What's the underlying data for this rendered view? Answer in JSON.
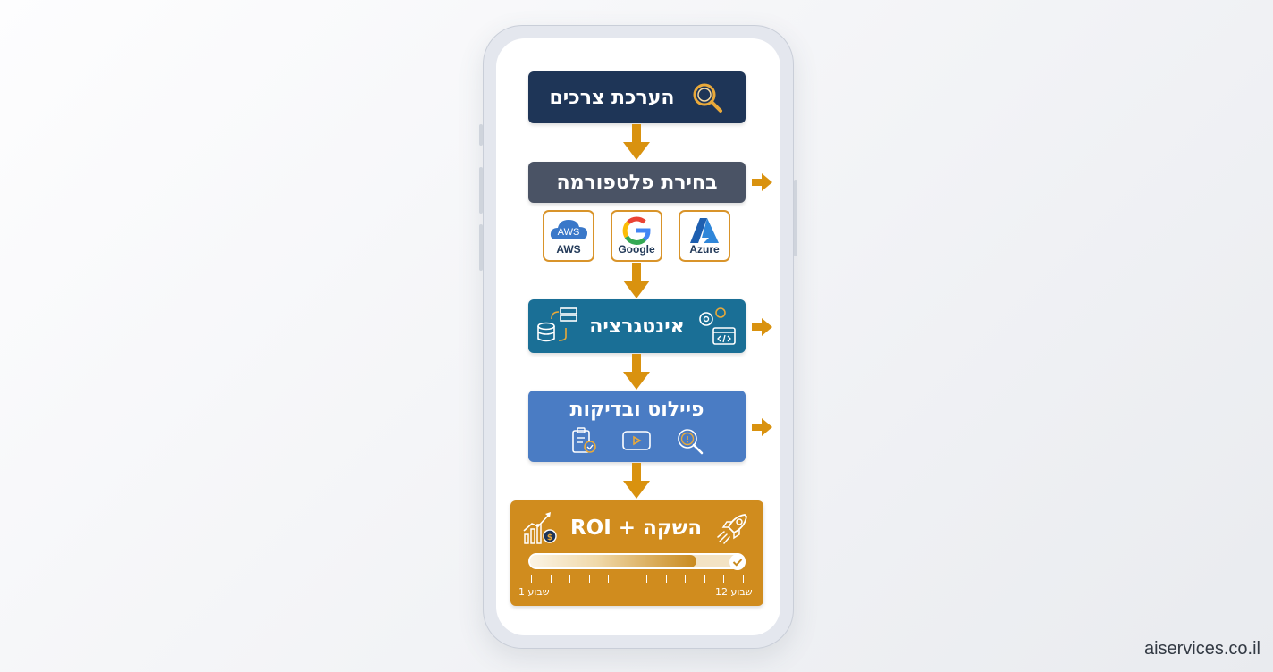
{
  "steps": {
    "needs_assessment": "הערכת צרכים",
    "platform_selection": "בחירת פלטפורמה",
    "integration": "אינטגרציה",
    "pilot_testing": "פיילוט ובדיקות",
    "deployment_roi": "השקה + ROI"
  },
  "platforms": [
    {
      "name": "Azure",
      "icon": "azure-logo"
    },
    {
      "name": "Google",
      "icon": "google-logo"
    },
    {
      "name": "AWS",
      "icon": "aws-cloud-logo",
      "badge": "AWS"
    }
  ],
  "timeline": {
    "start_label": "שבוע 1",
    "end_label": "שבוע 12",
    "progress": 0.78
  },
  "watermark": "aiservices.co.il",
  "colors": {
    "navy": "#1e3557",
    "slate": "#4a5365",
    "teal": "#1a6f96",
    "blue": "#4a7cc4",
    "gold": "#d08c1e",
    "arrow": "#d9920f"
  }
}
